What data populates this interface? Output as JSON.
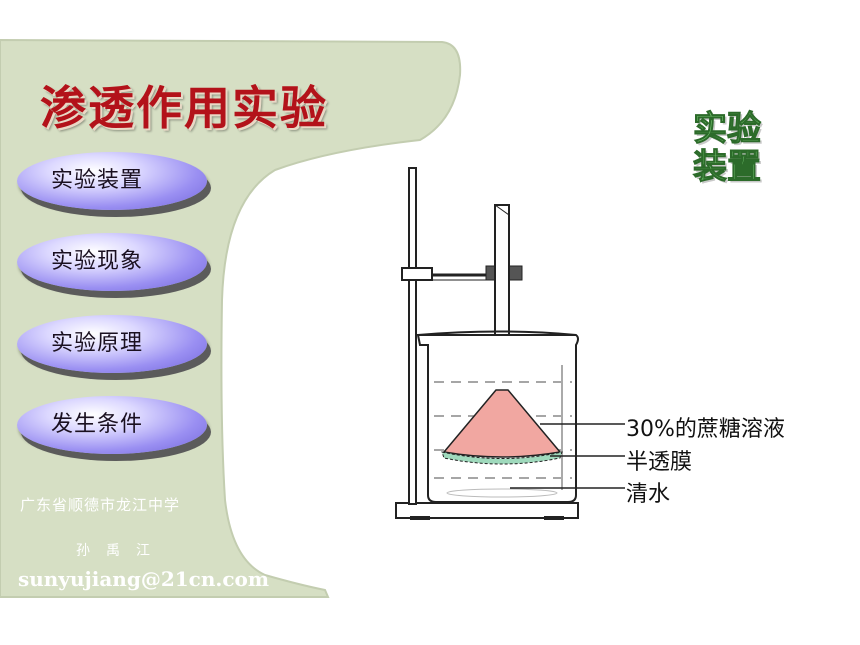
{
  "sidebar": {
    "title": "渗透作用实验",
    "nav_items": [
      {
        "label": "实验装置"
      },
      {
        "label": "实验现象"
      },
      {
        "label": "实验原理"
      },
      {
        "label": "发生条件"
      }
    ],
    "school": "广东省顺德市龙江中学",
    "author": "孙禹江",
    "email": "sunyujiang@21cn.com",
    "colors": {
      "panel": "#d6dfc4",
      "button": "#8f84ee",
      "title": "#b3121a"
    }
  },
  "content": {
    "heading": "实验装置",
    "heading_line1": "实验",
    "heading_line2": "装置",
    "labels": {
      "sucrose": "30%的蔗糖溶液",
      "membrane": "半透膜",
      "water": "清水"
    },
    "colors": {
      "sucrose": "#f1a7a1",
      "membrane": "#9fd9bc",
      "heading": "#7ed07a"
    }
  }
}
